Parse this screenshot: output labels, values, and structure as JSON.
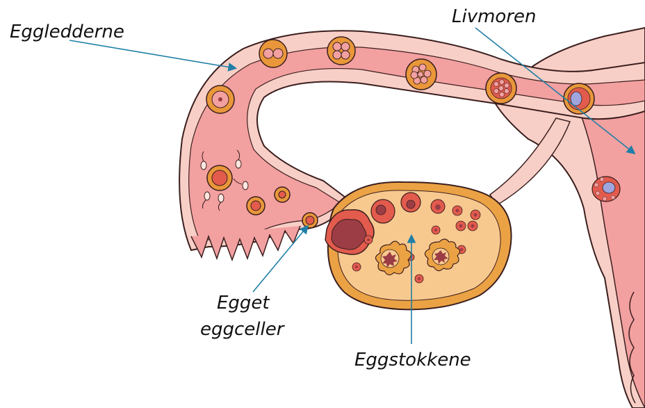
{
  "labels": {
    "fallopian_tubes": "Eggledderne",
    "uterus": "Livmoren",
    "egg_line1": "Egget",
    "egg_line2": "eggceller",
    "ovaries": "Eggstokkene"
  },
  "colors": {
    "tube_fill": "#f3a0a0",
    "tube_outer": "#f8cfc6",
    "ovary_fill": "#f8c98f",
    "ovary_rim": "#eba244",
    "cell_orange": "#e9973a",
    "cell_red": "#e25b4d",
    "dark_red": "#9c3d45",
    "arrow": "#1f7fa6",
    "outline": "#3a1e1e"
  }
}
